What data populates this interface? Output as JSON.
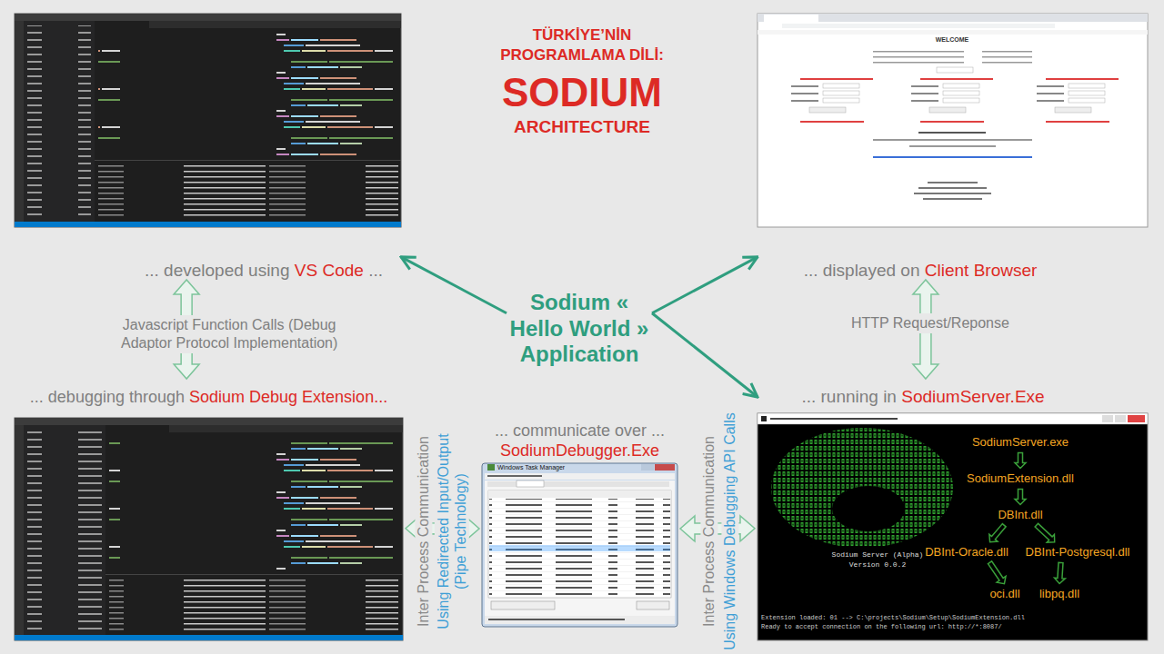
{
  "diagram": {
    "title": "TÜRKİYE’NİN PROGRAMLAMA DİLİ:",
    "nodes": [
      {
        "text": [
          "... developed using",
          "VS Code",
          "..."
        ]
      },
      {
        "text": [
          "... displayed on",
          "Client Browser"
        ]
      },
      {
        "text": [
          "Sodium « Hello World » Application"
        ]
      },
      {
        "text": [
          "... debugging through",
          "Sodium Debug Extension..."
        ]
      },
      {
        "text": [
          "... communicate over ...",
          "SodiumDebugger.Exe"
        ]
      },
      {
        "text": [
          "... running in",
          "SodiumServer.Exe"
        ]
      },
      {
        "text": [
          "SodiumServer.exe"
        ],
        "in": 5
      },
      {
        "text": [
          "SodiumExtension.dll"
        ],
        "in": 5
      },
      {
        "text": [
          "DBInt.dll"
        ],
        "in": 5
      },
      {
        "text": [
          "DBInt-Oracle.dll"
        ],
        "in": 5
      },
      {
        "text": [
          "DBInt-Postgresql.dll"
        ],
        "in": 5
      },
      {
        "text": [
          "oci.dll"
        ],
        "in": 5
      },
      {
        "text": [
          "libpq.dll"
        ],
        "in": 5
      }
    ],
    "edges": [
      {
        "from": 2,
        "to": 0,
        "arrow": "to"
      },
      {
        "from": 2,
        "to": 1,
        "arrow": "to"
      },
      {
        "from": 2,
        "to": 5,
        "arrow": "to"
      },
      {
        "from": 0,
        "to": 3,
        "arrow": "both",
        "label": "Javascript Function Calls (Debug Adaptor Protocol Implementation)"
      },
      {
        "from": 1,
        "to": 5,
        "arrow": "both",
        "label": "HTTP Request/Reponse"
      },
      {
        "from": 3,
        "to": 4,
        "arrow": "both"
      },
      {
        "from": 4,
        "to": 5,
        "arrow": "both"
      },
      {
        "from": 6,
        "to": 7,
        "arrow": "to"
      },
      {
        "from": 7,
        "to": 8,
        "arrow": "to"
      },
      {
        "from": 8,
        "to": 9,
        "arrow": "to"
      },
      {
        "from": 8,
        "to": 10,
        "arrow": "to"
      },
      {
        "from": 9,
        "to": 11,
        "arrow": "to"
      },
      {
        "from": 10,
        "to": 12,
        "arrow": "to"
      }
    ],
    "labels": [
      "SODIUM",
      "ARCHITECTURE",
      "Inter Process Communication",
      "Using Redirected Input/Output (Pipe Technology)",
      "Inter Process Communication",
      "Using Windows Debugging API Calls",
      "WELCOME",
      "Windows Task Manager",
      "Sodium Server (Alpha)",
      "Version 0.0.2",
      "Extension loaded: 01 --> C:\\projects\\Sodium\\Setup\\SodiumExtension.dll",
      "Ready to accept connection on the following url: http://*:8087/"
    ]
  }
}
